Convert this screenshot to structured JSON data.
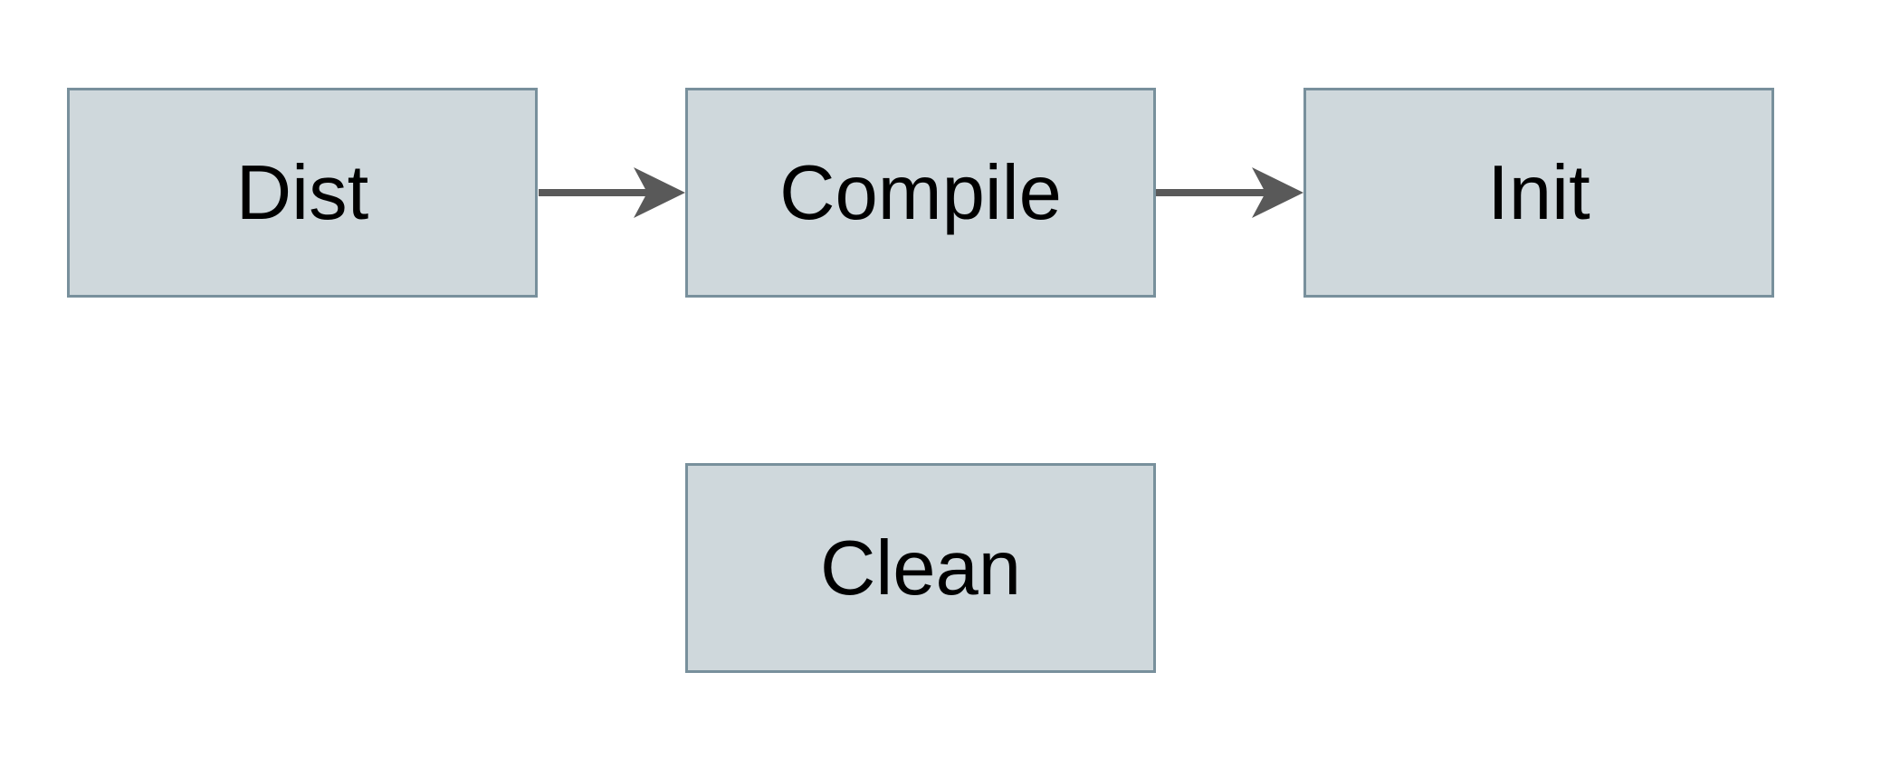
{
  "diagram": {
    "type": "flowchart",
    "background_color": "#ffffff",
    "node_fill_color": "#cfd8dc",
    "node_border_color": "#78909c",
    "arrow_color": "#595959",
    "label_color": "#000000",
    "nodes": [
      {
        "id": "dist",
        "label": "Dist"
      },
      {
        "id": "compile",
        "label": "Compile"
      },
      {
        "id": "init",
        "label": "Init"
      },
      {
        "id": "clean",
        "label": "Clean"
      }
    ],
    "edges": [
      {
        "from": "dist",
        "to": "compile"
      },
      {
        "from": "compile",
        "to": "init"
      }
    ]
  }
}
